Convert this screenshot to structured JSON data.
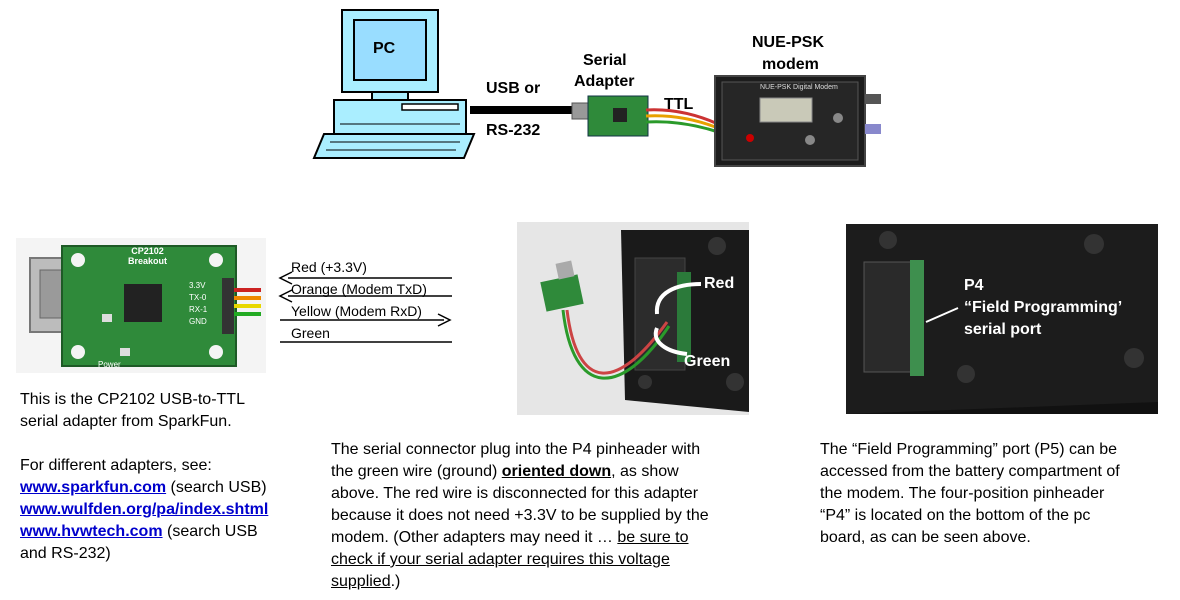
{
  "top_diagram": {
    "pc_label": "PC",
    "link_label_1": "USB or",
    "link_label_2": "RS-232",
    "adapter_label_1": "Serial",
    "adapter_label_2": "Adapter",
    "ttl_label": "TTL",
    "modem_label_1": "NUE-PSK",
    "modem_label_2": "modem",
    "modem_face_title": "NUE-PSK Digital Modem"
  },
  "adapter_board": {
    "silk_title_1": "CP2102",
    "silk_title_2": "Breakout",
    "pins": [
      "3.3V",
      "TX-0",
      "RX-1",
      "GND"
    ],
    "power_label": "Power"
  },
  "wires": [
    {
      "label": "Red  (+3.3V)",
      "direction": "left",
      "color": "#cc0000"
    },
    {
      "label": "Orange (Modem TxD)",
      "direction": "left",
      "color": "#ff8800"
    },
    {
      "label": "Yellow (Modem RxD)",
      "direction": "right",
      "color": "#e8d800"
    },
    {
      "label": "Green",
      "direction": "none",
      "color": "#2a9a2a"
    }
  ],
  "middle_photo": {
    "red_label": "Red",
    "green_label": "Green"
  },
  "right_photo": {
    "p4_label": "P4",
    "fp_label": "“Field Programming’",
    "port_label": "serial port"
  },
  "left_text": {
    "line1": "This is the CP2102 USB-to-TTL",
    "line2": "serial adapter from SparkFun.",
    "line3": "For different adapters, see:",
    "link1": "www.sparkfun.com",
    "link1_suffix": " (search USB)",
    "link2": "www.wulfden.org/pa/index.shtml",
    "link3": "www.hvwtech.com",
    "link3_suffix": " (search USB",
    "line_last": "and RS-232)"
  },
  "middle_text": {
    "l1": "The serial connector plug into the P4 pinheader with",
    "l2a": "the green wire (ground) ",
    "l2b": "oriented down",
    "l2c": ", as show",
    "l3": "above.  The red wire is disconnected for this adapter",
    "l4": "because it does not need +3.3V to be supplied by the",
    "l5a": "modem.  (Other adapters may need it … ",
    "l5b": "be sure to",
    "l6": "check if your serial adapter requires this voltage",
    "l7a": "supplied",
    "l7b": ".)"
  },
  "right_text": {
    "l1": "The “Field Programming” port (P5) can be",
    "l2": "accessed from the battery compartment of",
    "l3": "the modem.  The four-position pinheader",
    "l4": "“P4” is located on the bottom of the pc",
    "l5": "board, as can be seen above."
  },
  "colors": {
    "pc_screen": "#99ddff",
    "pc_body": "#aaeeff",
    "pcb_green": "#2f8a3a",
    "modem_black": "#1c1c1c",
    "link_blue": "#0000cc"
  }
}
